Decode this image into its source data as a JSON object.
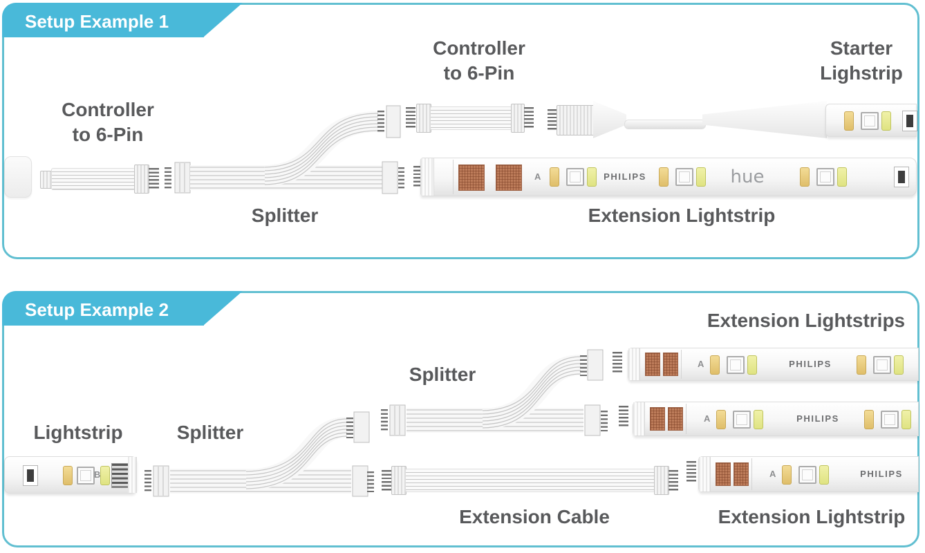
{
  "colors": {
    "tab-bg": "#49b9d9",
    "panel-border": "#61bfd1",
    "label": "#58595b",
    "copper": "#bd7c5a",
    "led-warm": "#e6c678",
    "led-cool": "#e4e88a"
  },
  "panel1": {
    "tab": "Setup Example 1",
    "controller_left": {
      "line1": "Controller",
      "line2": "to 6-Pin"
    },
    "splitter": "Splitter",
    "controller_top": {
      "line1": "Controller",
      "line2": "to 6-Pin"
    },
    "starter": {
      "line1": "Starter",
      "line2": "Lighstrip"
    },
    "extension": "Extension Lightstrip"
  },
  "panel2": {
    "tab": "Setup Example 2",
    "extension_lightstrips": "Extension Lightstrips",
    "splitter_upper": "Splitter",
    "splitter_lower": "Splitter",
    "lightstrip": "Lightstrip",
    "extension_cable": "Extension Cable",
    "extension_lightstrip": "Extension Lightstrip"
  },
  "strip": {
    "brand": "PHILIPS",
    "sub_brand": "hue",
    "mark_a": "A",
    "mark_b": "B"
  }
}
